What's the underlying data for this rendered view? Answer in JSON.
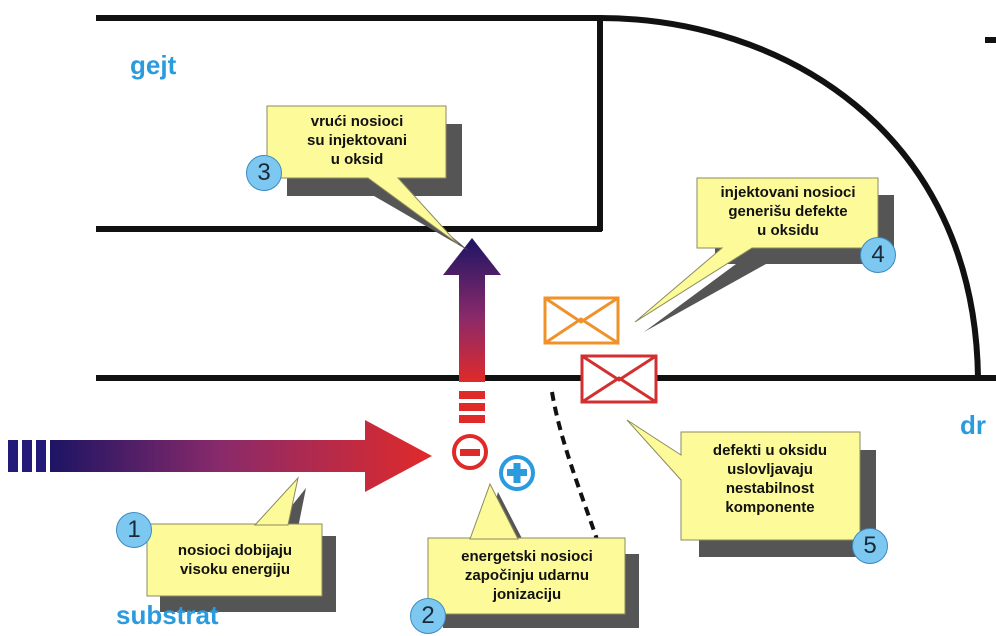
{
  "labels": {
    "gate": "gejt",
    "substrate": "substrat",
    "drain": "dr"
  },
  "callouts": [
    {
      "number": "1",
      "lines": [
        "nosioci dobijaju",
        "visoku energiju"
      ]
    },
    {
      "number": "2",
      "lines": [
        "energetski nosioci",
        "započinju udarnu",
        "jonizaciju"
      ]
    },
    {
      "number": "3",
      "lines": [
        "vrući nosioci",
        "su injektovani",
        "u oksid"
      ]
    },
    {
      "number": "4",
      "lines": [
        "injektovani nosioci",
        "generišu defekte",
        "u oksidu"
      ]
    },
    {
      "number": "5",
      "lines": [
        "defekti u oksidu",
        "uslovljavaju",
        "nestabilnost",
        "komponente"
      ]
    }
  ],
  "symbols": {
    "electron": "−",
    "hole": "+"
  },
  "colors": {
    "label_blue": "#2b9be0",
    "callout_fill": "#fdfa9a",
    "badge_fill": "#7dc8f0",
    "defect_orange": "#f0922a",
    "defect_red": "#d23030",
    "arrow_start": "#1c1464",
    "arrow_end": "#e02a2a"
  }
}
